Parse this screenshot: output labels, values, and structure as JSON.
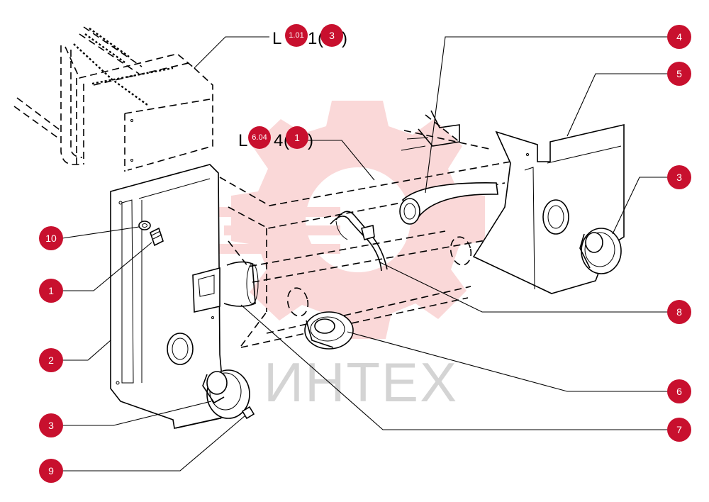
{
  "watermark": {
    "brand_text": "ИНТЕХ",
    "color": "#f08a8a"
  },
  "reference_labels": [
    {
      "letter": "L",
      "code": "1.01",
      "trailing": "1",
      "index": "3"
    },
    {
      "letter": "L",
      "code": "6.04",
      "trailing": "4",
      "index": "1"
    }
  ],
  "callouts": [
    {
      "number": "1"
    },
    {
      "number": "2"
    },
    {
      "number": "3"
    },
    {
      "number": "3"
    },
    {
      "number": "4"
    },
    {
      "number": "5"
    },
    {
      "number": "6"
    },
    {
      "number": "7"
    },
    {
      "number": "8"
    },
    {
      "number": "9"
    },
    {
      "number": "10"
    }
  ],
  "colors": {
    "callout_fill": "#c8102e",
    "callout_text": "#ffffff",
    "line": "#000000"
  }
}
